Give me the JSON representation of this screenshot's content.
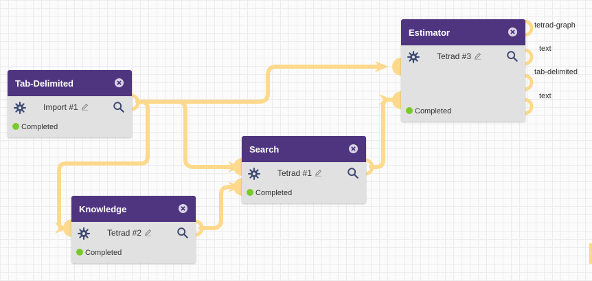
{
  "nodes": {
    "tab_delimited": {
      "title": "Tab-Delimited",
      "instance": "Import #1",
      "status": "Completed"
    },
    "knowledge": {
      "title": "Knowledge",
      "instance": "Tetrad #2",
      "status": "Completed"
    },
    "search": {
      "title": "Search",
      "instance": "Tetrad #1",
      "status": "Completed"
    },
    "estimator": {
      "title": "Estimator",
      "instance": "Tetrad #3",
      "status": "Completed"
    }
  },
  "output_ports": {
    "port1": "tetrad-graph",
    "port2": "text",
    "port3": "tab-delimited",
    "port4": "text"
  },
  "colors": {
    "header": "#4f3580",
    "wire": "#fcd98c",
    "status_completed": "#79c929",
    "icon": "#3e4a73"
  }
}
